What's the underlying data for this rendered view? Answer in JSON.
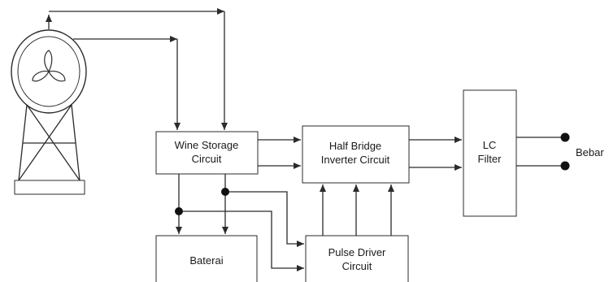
{
  "blocks": {
    "wine_storage": {
      "line1": "Wine Storage",
      "line2": "Circuit"
    },
    "half_bridge": {
      "line1": "Half Bridge",
      "line2": "Inverter Circuit"
    },
    "lc_filter": {
      "line1": "LC",
      "line2": "Filter"
    },
    "baterai": {
      "line1": "Baterai"
    },
    "pulse_driver": {
      "line1": "Pulse Driver",
      "line2": "Circuit"
    }
  },
  "output": {
    "label": "Bebar"
  },
  "icons": [
    "wind-turbine-icon"
  ],
  "colors": {
    "line": "#2b2b2b",
    "background": "#ffffff"
  }
}
